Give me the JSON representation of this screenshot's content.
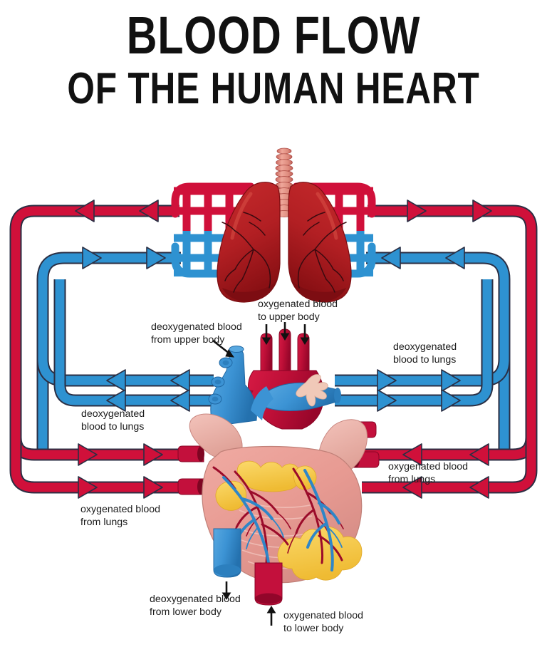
{
  "title": {
    "line1": "BLOOD FLOW",
    "line2": "OF THE HUMAN HEART"
  },
  "colors": {
    "oxygenated_red": "#D0103A",
    "deoxygenated_blue": "#2E92D1",
    "outline": "#2b2f44",
    "lung_red": "#C02026",
    "lung_dark": "#8E1216",
    "trachea_pink": "#E0897C",
    "heart_muscle": "#E79A95",
    "atrium_pink": "#EFB3AC",
    "aorta_red": "#C3103C",
    "vein_blue": "#3C93D4",
    "fat_yellow": "#F6C845",
    "background": "#FFFFFF",
    "text": "#1B1B1B"
  },
  "labels": {
    "deoxygenated_from_upper_body": "deoxygenated blood\nfrom upper body",
    "oxygenated_to_upper_body": "oxygenated blood\nto upper body",
    "deoxygenated_to_lungs_right": "deoxygenated\nblood to lungs",
    "deoxygenated_to_lungs_left": "deoxygenated\nblood to lungs",
    "oxygenated_from_lungs_right": "oxygenated blood\nfrom lungs",
    "oxygenated_from_lungs_left": "oxygenated blood\nfrom lungs",
    "deoxygenated_from_lower_body": "deoxygenated blood\nfrom lower body",
    "oxygenated_to_lower_body": "oxygenated blood\nto lower body"
  },
  "diagram": {
    "organs": [
      {
        "name": "lungs",
        "description": "pair of lungs with bronchial tree"
      },
      {
        "name": "trachea",
        "description": "cartilage ring stack above lungs"
      },
      {
        "name": "heart",
        "description": "human heart with atria, ventricles, great vessels and coronary fat"
      },
      {
        "name": "capillary-bed-left",
        "description": "pulmonary capillary grid, red upper half blue lower half"
      },
      {
        "name": "capillary-bed-right",
        "description": "pulmonary capillary grid, red upper half blue lower half"
      }
    ],
    "flows": [
      {
        "name": "systemic-arterial-upper-left",
        "color": "oxygenated_red",
        "direction": "left"
      },
      {
        "name": "pulmonary-venous-upper-left",
        "color": "deoxygenated_blue",
        "direction": "right"
      },
      {
        "name": "systemic-arterial-upper-right",
        "color": "oxygenated_red",
        "direction": "right"
      },
      {
        "name": "pulmonary-venous-upper-right",
        "color": "deoxygenated_blue",
        "direction": "left"
      },
      {
        "name": "deoxygenated-to-lungs-left",
        "color": "deoxygenated_blue",
        "direction": "left"
      },
      {
        "name": "deoxygenated-to-lungs-right",
        "color": "deoxygenated_blue",
        "direction": "right"
      },
      {
        "name": "oxygenated-from-lungs-left",
        "color": "oxygenated_red",
        "direction": "right"
      },
      {
        "name": "oxygenated-from-lungs-right",
        "color": "oxygenated_red",
        "direction": "left"
      }
    ],
    "pointer_arrows": [
      {
        "name": "arrow-to-upper-body-1",
        "direction": "down"
      },
      {
        "name": "arrow-to-upper-body-2",
        "direction": "down"
      },
      {
        "name": "arrow-to-upper-body-3",
        "direction": "down"
      },
      {
        "name": "arrow-from-upper-body",
        "direction": "up-right"
      },
      {
        "name": "arrow-from-lower-body",
        "direction": "down"
      },
      {
        "name": "arrow-to-lower-body",
        "direction": "up"
      }
    ]
  }
}
